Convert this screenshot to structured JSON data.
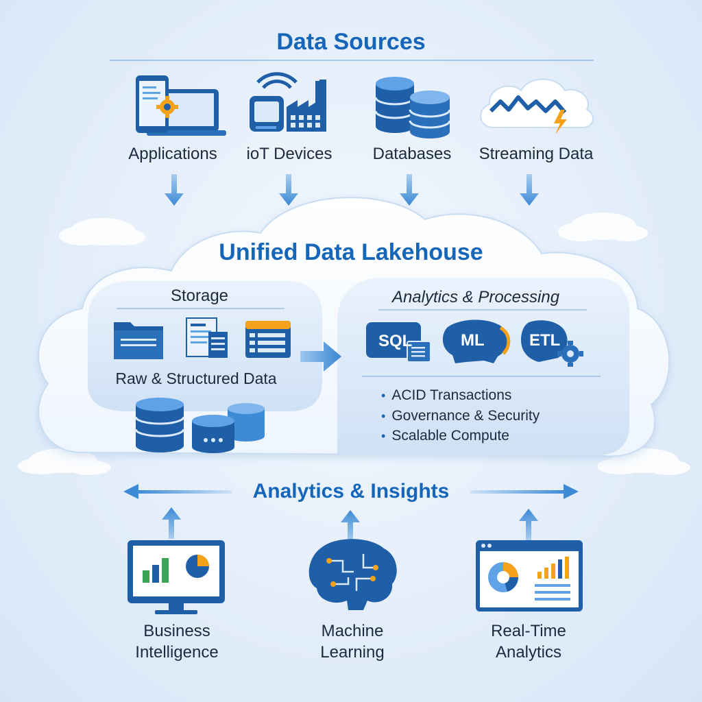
{
  "sources": {
    "title": "Data Sources",
    "items": [
      {
        "label": "Applications",
        "icon": "app-devices-icon"
      },
      {
        "label": "ioT Devices",
        "icon": "iot-factory-icon"
      },
      {
        "label": "Databases",
        "icon": "database-cylinders-icon"
      },
      {
        "label": "Streaming Data",
        "icon": "streaming-cloud-icon"
      }
    ]
  },
  "lakehouse": {
    "title": "Unified Data Lakehouse",
    "storage": {
      "title": "Storage",
      "caption": "Raw & Structured Data"
    },
    "analytics": {
      "title": "Analytics & Processing",
      "badges": [
        "SQL",
        "ML",
        "ETL"
      ],
      "features": [
        "ACID Transactions",
        "Governance & Security",
        "Scalable Compute"
      ]
    }
  },
  "insights": {
    "title": "Analytics & Insights",
    "items": [
      {
        "line1": "Business",
        "line2": "Intelligence",
        "icon": "bi-dashboard-monitor-icon"
      },
      {
        "line1": "Machine",
        "line2": "Learning",
        "icon": "brain-circuit-icon"
      },
      {
        "line1": "Real-Time",
        "line2": "Analytics",
        "icon": "realtime-dashboard-icon"
      }
    ]
  },
  "colors": {
    "accent": "#1565b8",
    "icon_dark": "#1f5fa8",
    "icon_light": "#5fa3e6",
    "orange": "#f5a21b",
    "green": "#3aa655"
  }
}
